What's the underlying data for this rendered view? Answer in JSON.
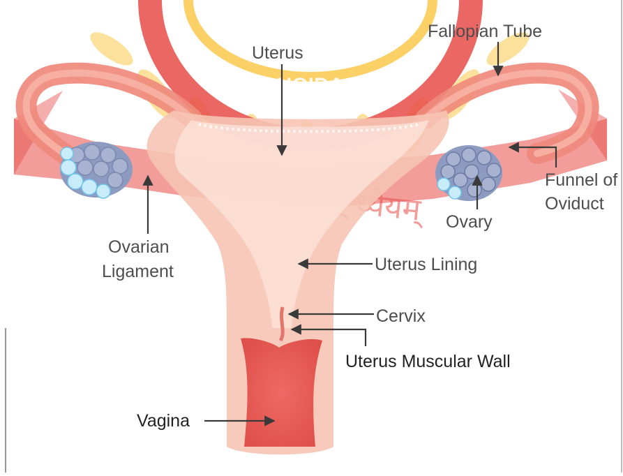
{
  "colors": {
    "tissue_outer": "#f6c4b4",
    "tissue_inner": "#fbdfd5",
    "tube": "#ef8a7c",
    "tube_lumen": "#f7b3a6",
    "vagina": "#ea5c57",
    "ovary_fill": "#8e9bc0",
    "ovary_cell": "#a8b3d2",
    "ovary_cell_light": "#c9ecfa",
    "watermark_red": "#e53935",
    "watermark_yellow": "#f8c23a",
    "label_text": "#4d4d4d",
    "label_text_dark": "#222222"
  },
  "watermark": {
    "city": "NOIDA",
    "motto": "ज्ञानम् परमम् ध्येयम्"
  },
  "labels": {
    "fallopian_tube": "Fallopian Tube",
    "uterus": "Uterus",
    "funnel_of_oviduct_line1": "Funnel of",
    "funnel_of_oviduct_line2": "Oviduct",
    "ovary": "Ovary",
    "ovarian_ligament_line1": "Ovarian",
    "ovarian_ligament_line2": "Ligament",
    "uterus_lining": "Uterus Lining",
    "cervix": "Cervix",
    "uterus_muscular_wall": "Uterus Muscular Wall",
    "vagina": "Vagina"
  }
}
